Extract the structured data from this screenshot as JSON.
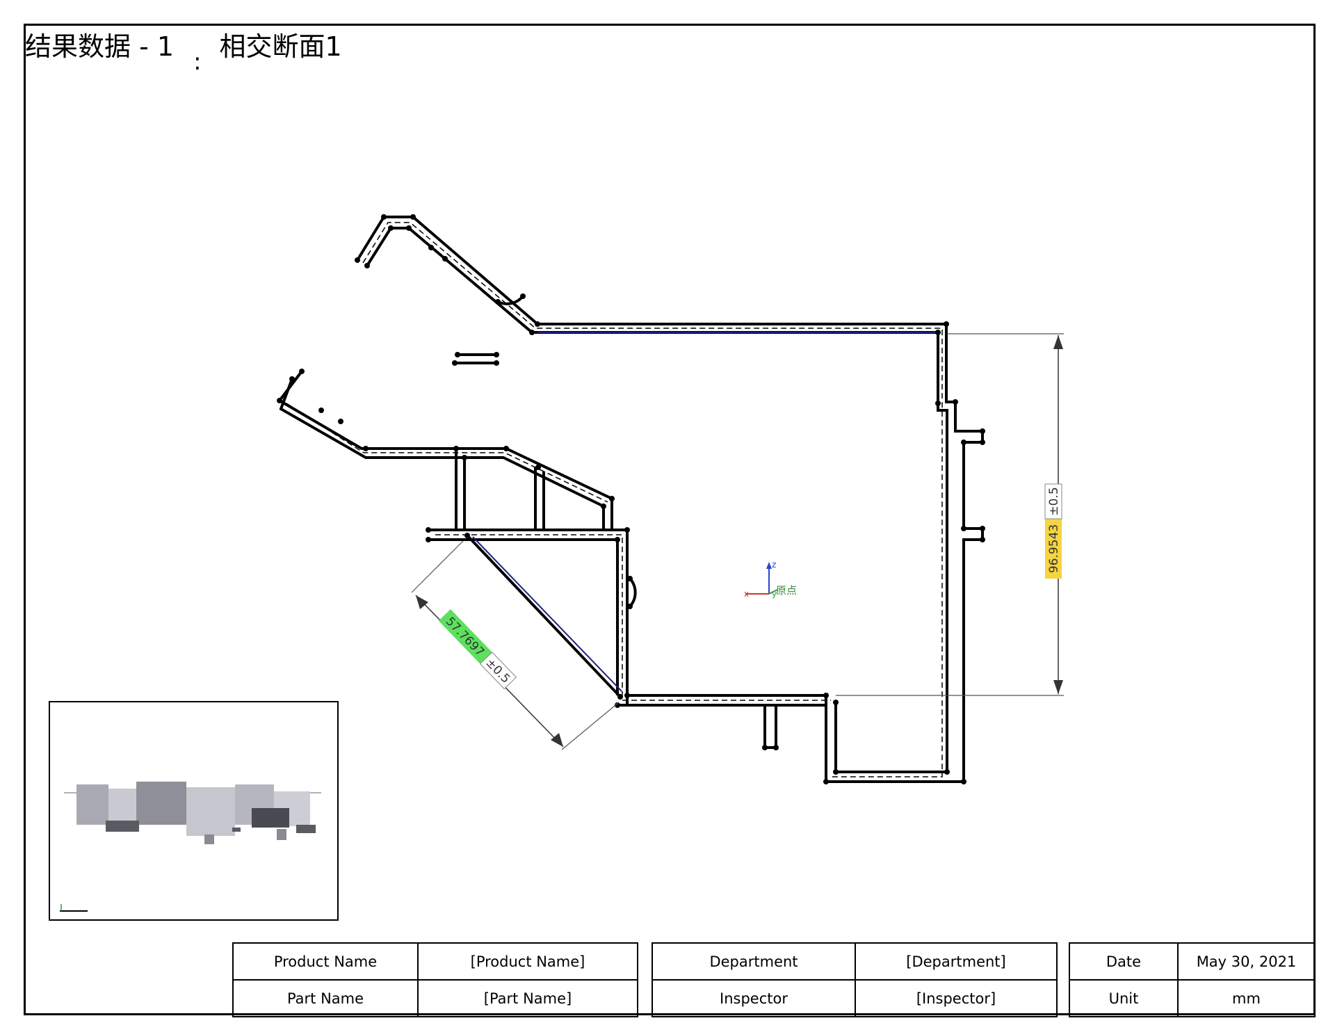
{
  "title": {
    "left": "结果数据 - 1",
    "separator": ":",
    "right": "相交断面1"
  },
  "drawing": {
    "origin_label": "原点",
    "axis_z_label": "z",
    "axis_x_label": "x",
    "axis_y_label": "y",
    "dimension_vertical": {
      "value": "96.9543",
      "tolerance": "±0.5",
      "highlight": "#f5d442"
    },
    "dimension_diagonal": {
      "value": "57.7697",
      "tolerance": "±0.5",
      "highlight": "#5ee05e"
    }
  },
  "title_block": {
    "product_name_label": "Product Name",
    "product_name_value": "[Product Name]",
    "part_name_label": "Part Name",
    "part_name_value": "[Part Name]",
    "department_label": "Department",
    "department_value": "[Department]",
    "inspector_label": "Inspector",
    "inspector_value": "[Inspector]",
    "date_label": "Date",
    "date_value": "May 30, 2021",
    "unit_label": "Unit",
    "unit_value": "mm"
  }
}
